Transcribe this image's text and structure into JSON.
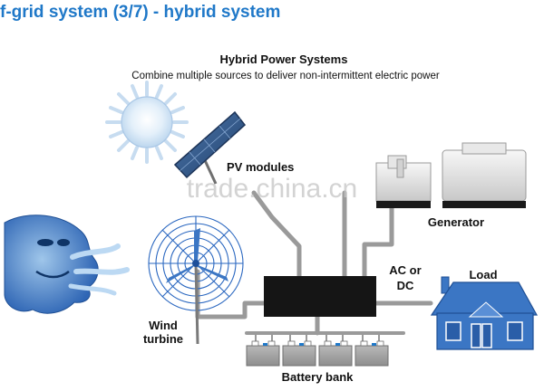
{
  "slide_title": "f-grid system (3/7) - hybrid system",
  "diagram": {
    "title": "Hybrid Power Systems",
    "subtitle": "Combine multiple sources to deliver non-intermittent electric power",
    "labels": {
      "pv_modules": "PV modules",
      "generator": "Generator",
      "wind_line1": "Wind",
      "wind_line2": "turbine",
      "ac_dc_line1": "AC or",
      "ac_dc_line2": "DC",
      "load": "Load",
      "battery_bank": "Battery bank"
    },
    "watermark": "trade.china.cn"
  },
  "colors": {
    "title_blue": "#1f78c8",
    "wire_gray": "#9a9a9a",
    "controller": "#151515",
    "house_blue": "#3b76c4",
    "sun_blue": "#cfe3f4",
    "panel_blue": "#2d5688"
  }
}
